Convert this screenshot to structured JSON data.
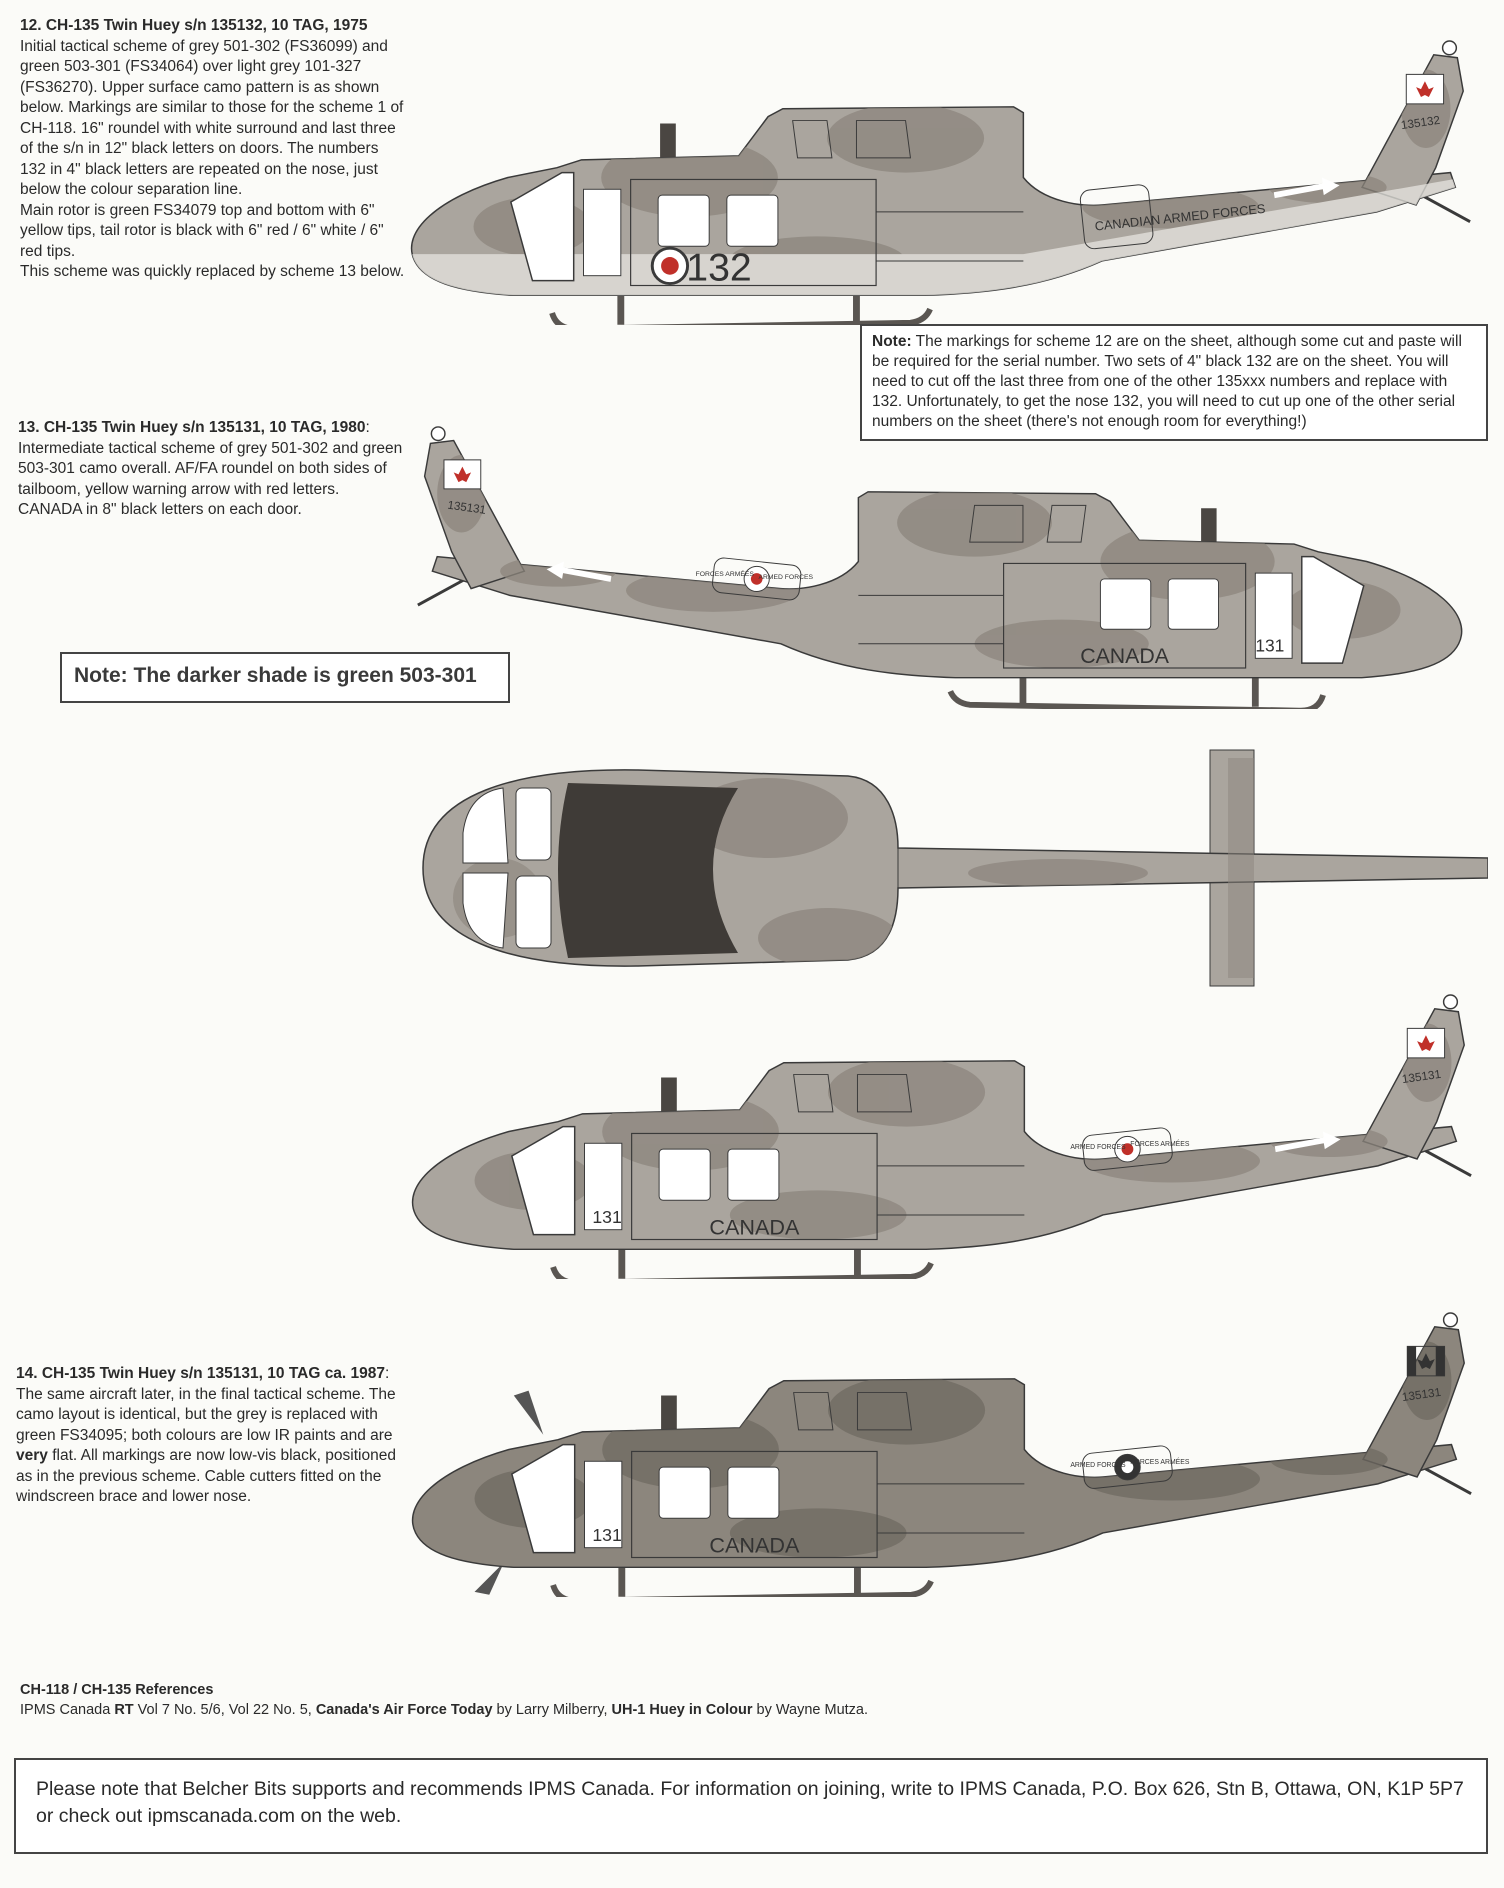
{
  "colors": {
    "grey": "#aaa59e",
    "green": "#8c867d",
    "light": "#e6e4df",
    "dark_top": "#3f3b37",
    "outline": "#3a3a3a",
    "skid": "#5a5652"
  },
  "scheme12": {
    "title": "12. CH-135 Twin Huey s/n 135132, 10 TAG, 1975",
    "body": "Initial tactical scheme of grey 501-302 (FS36099) and green 503-301 (FS34064) over light grey 101-327 (FS36270). Upper surface camo pattern is as shown below. Markings are similar to those for the scheme 1 of CH-118. 16\" roundel with white surround and last three of the s/n in 12\" black letters on doors. The numbers 132 in 4\" black letters are repeated on the nose, just below the colour separation line.",
    "body2": "Main rotor is green FS34079 top and bottom with 6\" yellow tips, tail rotor is black with 6\" red / 6\" white / 6\" red tips.",
    "body3": "This scheme was quickly replaced by scheme 13 below.",
    "markings": {
      "door_number": "132",
      "boom_text": "CANADIAN ARMED FORCES",
      "fin_serial": "135132"
    }
  },
  "note12": {
    "label": "Note:",
    "text": " The markings for scheme 12 are on the sheet, although some cut and paste will be required for the serial number. Two sets of  4\" black 132 are on the sheet. You will need to cut off the last three from one of the other 135xxx numbers and replace with 132. Unfortunately, to get the nose 132, you will need to cut up one of the other serial numbers on the sheet (there's not enough room for everything!)"
  },
  "scheme13": {
    "title": "13. CH-135 Twin Huey s/n 135131, 10 TAG, 1980",
    "body": ": Intermediate tactical scheme of grey 501-302  and green 503-301 camo overall. AF/FA roundel on both sides of tailboom, yellow warning arrow with red letters. CANADA in 8\" black letters on each door.",
    "markings": {
      "door_text": "CANADA",
      "nose_number": "131",
      "roundel_left": "ARMED FORCES",
      "roundel_right": "FORCES ARMÉES",
      "fin_serial": "135131"
    }
  },
  "note_dark": {
    "text": "Note: The darker shade is green 503-301"
  },
  "scheme14": {
    "title": "14. CH-135 Twin Huey s/n 135131, 10 TAG ca. 1987",
    "body_pre": ": The same aircraft later, in the final tactical scheme. The camo layout is identical, but the grey is replaced with green FS34095; both colours are low IR paints and are ",
    "body_bold": "very",
    "body_post": " flat. All markings are now low-vis black, positioned as in the previous scheme. Cable cutters fitted on the windscreen brace and lower nose.",
    "markings": {
      "door_text": "CANADA",
      "nose_number": "131",
      "roundel_left": "ARMED FORCES",
      "roundel_right": "FORCES ARMÉES",
      "fin_serial": "135131"
    }
  },
  "references": {
    "title": "CH-118 / CH-135 References",
    "parts": [
      "IPMS Canada ",
      "RT",
      " Vol 7 No. 5/6, Vol 22 No. 5,  ",
      "Canada's Air Force Today",
      " by Larry Milberry,  ",
      "UH-1 Huey in Colour",
      " by Wayne Mutza."
    ]
  },
  "footer": {
    "text": "Please note that Belcher Bits supports and recommends IPMS Canada. For information on joining, write to IPMS Canada, P.O. Box 626, Stn B, Ottawa, ON, K1P 5P7 or check out ipmscanada.com on the web."
  }
}
